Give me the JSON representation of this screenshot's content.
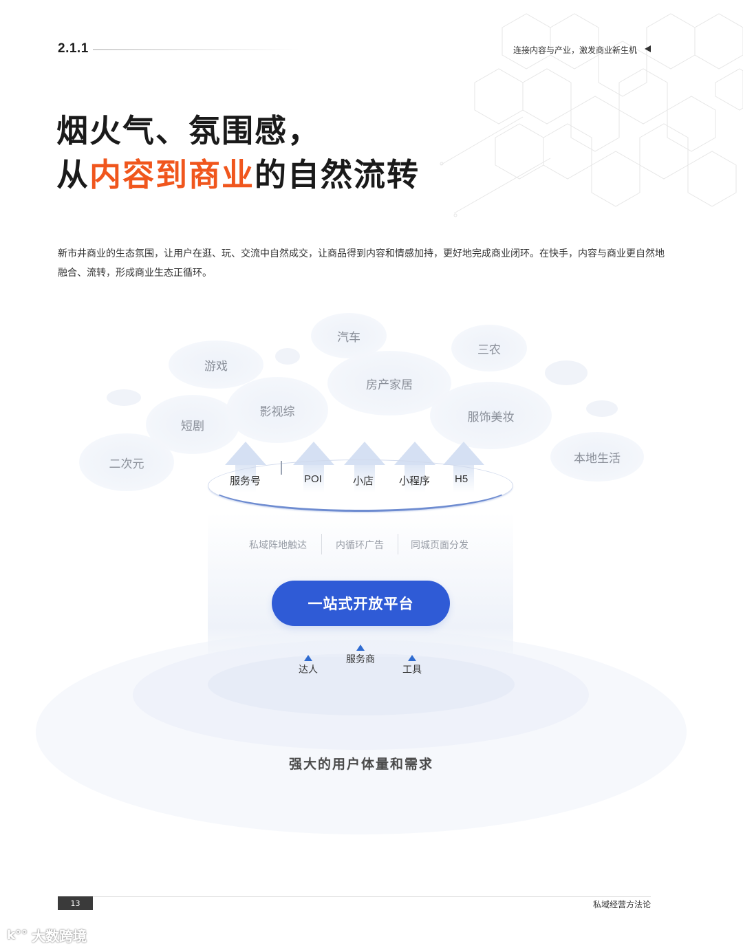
{
  "header": {
    "section_number": "2.1.1",
    "chapter_tag": "连接内容与产业，激发商业新生机"
  },
  "title": {
    "line1": "烟火气、氛围感，",
    "line2_prefix": "从",
    "line2_accent": "内容到商业",
    "line2_suffix": "的自然流转",
    "accent_color": "#f0561d"
  },
  "intro": "新市井商业的生态氛围，让用户在逛、玩、交流中自然成交，让商品得到内容和情感加持，更好地完成商业闭环。在快手，内容与商业更自然地融合、流转，形成商业生态正循环。",
  "diagram": {
    "industries": [
      "汽车",
      "游戏",
      "三农",
      "房产家居",
      "影视综",
      "服饰美妆",
      "短剧",
      "二次元",
      "本地生活"
    ],
    "channels": [
      "服务号",
      "POI",
      "小店",
      "小程序",
      "H5"
    ],
    "features": [
      "私域阵地触达",
      "内循环广告",
      "同城页面分发"
    ],
    "platform": "一站式开放平台",
    "actors": [
      "达人",
      "服务商",
      "工具"
    ],
    "base": "强大的用户体量和需求",
    "platform_color": "#2f5bd6"
  },
  "footer": {
    "page_number": "13",
    "doc_title": "私域经营方法论"
  },
  "watermark": {
    "logo": "k°°",
    "text": "大数跨境"
  }
}
